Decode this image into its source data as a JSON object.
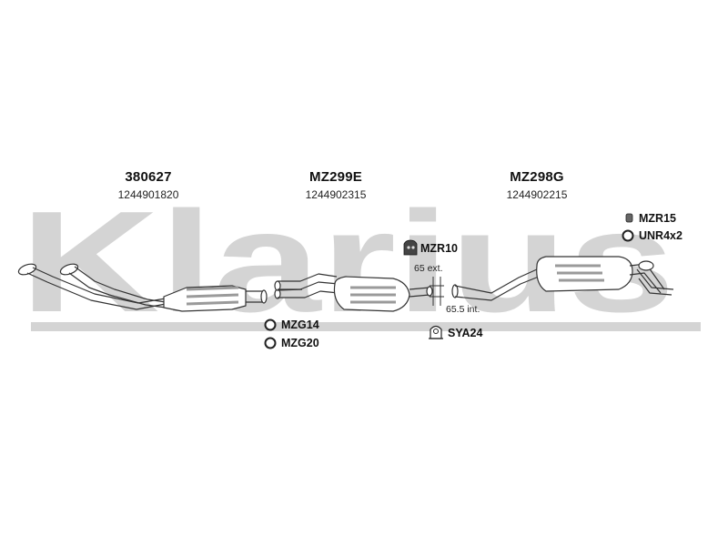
{
  "watermark": {
    "text": "Klarius",
    "color": "#d4d4d4"
  },
  "sections": [
    {
      "part": "380627",
      "oe": "1244901820"
    },
    {
      "part": "MZ299E",
      "oe": "1244902315"
    },
    {
      "part": "MZ298G",
      "oe": "1244902215"
    }
  ],
  "accessories": [
    {
      "code": "MZR15",
      "icon": "rubber-mount-icon"
    },
    {
      "code": "UNR4x2",
      "icon": "ring-gasket-icon"
    },
    {
      "code": "MZR10",
      "icon": "rubber-hanger-icon"
    },
    {
      "code": "MZG14",
      "icon": "ring-gasket-icon"
    },
    {
      "code": "MZG20",
      "icon": "ring-gasket-icon"
    },
    {
      "code": "SYA24",
      "icon": "clamp-icon"
    }
  ],
  "dimensions": {
    "ext": "65 ext.",
    "int": "65.5 int."
  },
  "colors": {
    "pipe": "#ffffff",
    "outline": "#333333",
    "shade": "#9a9a9a"
  }
}
